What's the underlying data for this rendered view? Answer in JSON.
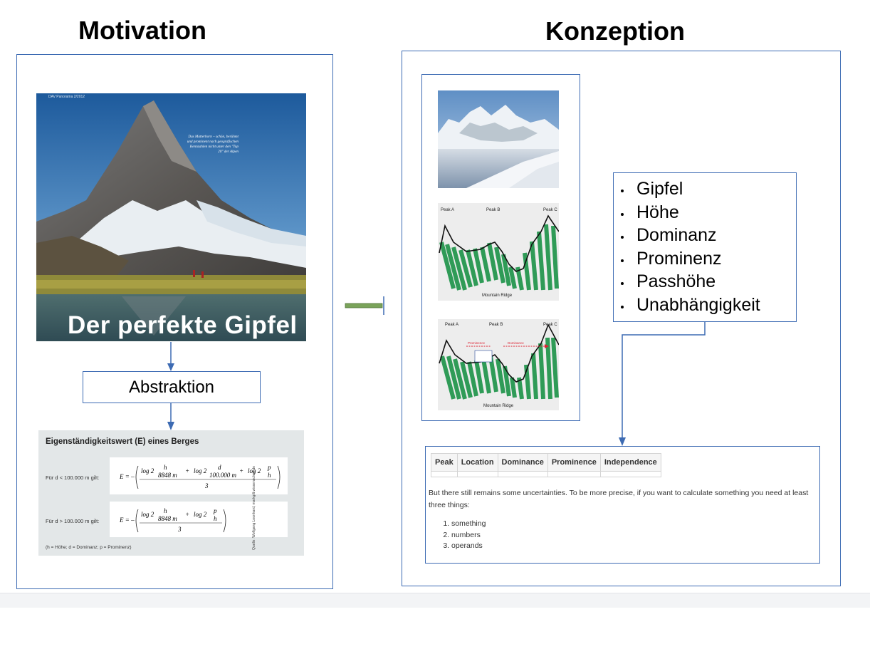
{
  "headings": {
    "left": "Motivation",
    "right": "Konzeption"
  },
  "poster": {
    "title": "Der perfekte Gipfel",
    "corner_text": "DAV Panorama 2/2012",
    "caption": "Das Matterhorn – schön, berühmt und prominent nach geografischen Kennzahlen nicht unter den \"Top 20\" der Alpen"
  },
  "abstraction_label": "Abstraktion",
  "formula": {
    "title": "Eigenständigkeitswert (E) eines Berges",
    "row1_label": "Für d < 100.000 m gilt:",
    "row2_label": "Für d > 100.000 m gilt:",
    "legend": "(h = Höhe; d = Dominanz; p = Prominenz)",
    "source": "Quelle: Wolfgang Leonhard, markgilt.wissenschaft.de",
    "eq_prefix": "E = –",
    "denominator": "3",
    "t_log": "log 2",
    "t_plus": "+",
    "t_h": "h",
    "t_8848": "8848 m",
    "t_d": "d",
    "t_100000": "100.000 m",
    "t_p": "p"
  },
  "sketch1": {
    "peak_a": "Peak A",
    "peak_b": "Peak B",
    "peak_c": "Peak C",
    "ridge": "Mountain Ridge"
  },
  "sketch2": {
    "peak_a": "Peak A",
    "peak_b": "Peak B",
    "peak_c": "Peak C",
    "ridge": "Mountain Ridge",
    "prominence": "Prominence",
    "dominance": "Dominance"
  },
  "concepts": [
    "Gipfel",
    "Höhe",
    "Dominanz",
    "Prominenz",
    "Passhöhe",
    "Unabhängigkeit"
  ],
  "table": {
    "headers": [
      "Peak",
      "Location",
      "Dominance",
      "Prominence",
      "Independence"
    ]
  },
  "description": "But there still remains some uncertainties. To be more precise, if you want to calculate something you need at least three things:",
  "list_items": [
    "something",
    "numbers",
    "operands"
  ],
  "colors": {
    "panel_border": "#3d6bb3",
    "arrow_green": "#7aa35a",
    "sketch_green": "#2f9b57"
  }
}
